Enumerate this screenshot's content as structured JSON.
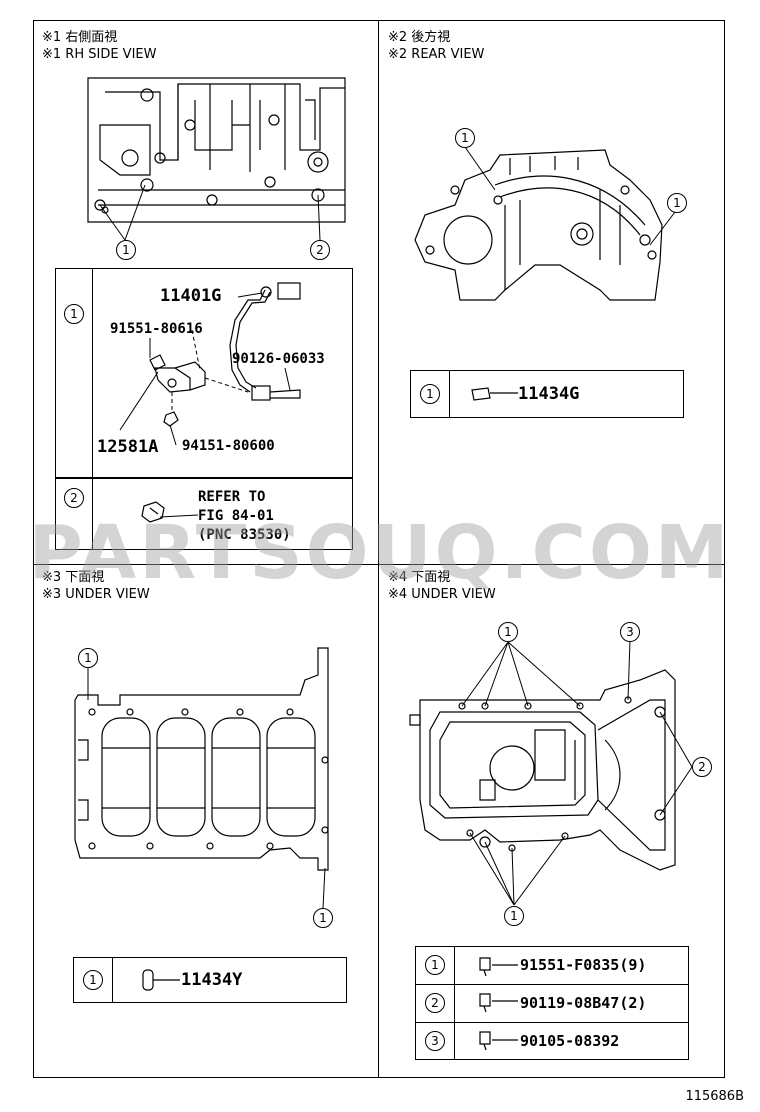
{
  "panels": {
    "rh_side": {
      "caption_jp": "※1 右側面視",
      "caption_en": "※1 RH SIDE VIEW",
      "callouts": [
        "1",
        "2"
      ],
      "table": {
        "row1": {
          "key": "1",
          "parts": [
            "11401G",
            "91551-80616",
            "90126-06033",
            "12581A",
            "94151-80600"
          ]
        },
        "row2": {
          "key": "2",
          "refer_lines": [
            "REFER TO",
            "FIG 84-01",
            "(PNC 83530)"
          ]
        }
      }
    },
    "rear": {
      "caption_jp": "※2 後方視",
      "caption_en": "※2 REAR VIEW",
      "callouts": [
        "1",
        "1"
      ],
      "table": {
        "key": "1",
        "part": "11434G"
      }
    },
    "under3": {
      "caption_jp": "※3 下面視",
      "caption_en": "※3 UNDER VIEW",
      "callouts": [
        "1",
        "1"
      ],
      "table": {
        "key": "1",
        "part": "11434Y"
      }
    },
    "under4": {
      "caption_jp": "※4 下面視",
      "caption_en": "※4 UNDER VIEW",
      "callouts": [
        "1",
        "3",
        "2",
        "1"
      ],
      "table": [
        {
          "key": "1",
          "part": "91551-F0835(9)"
        },
        {
          "key": "2",
          "part": "90119-08B47(2)"
        },
        {
          "key": "3",
          "part": "90105-08392"
        }
      ]
    }
  },
  "watermark": "PARTSOUQ.COM",
  "figure_number": "115686B"
}
